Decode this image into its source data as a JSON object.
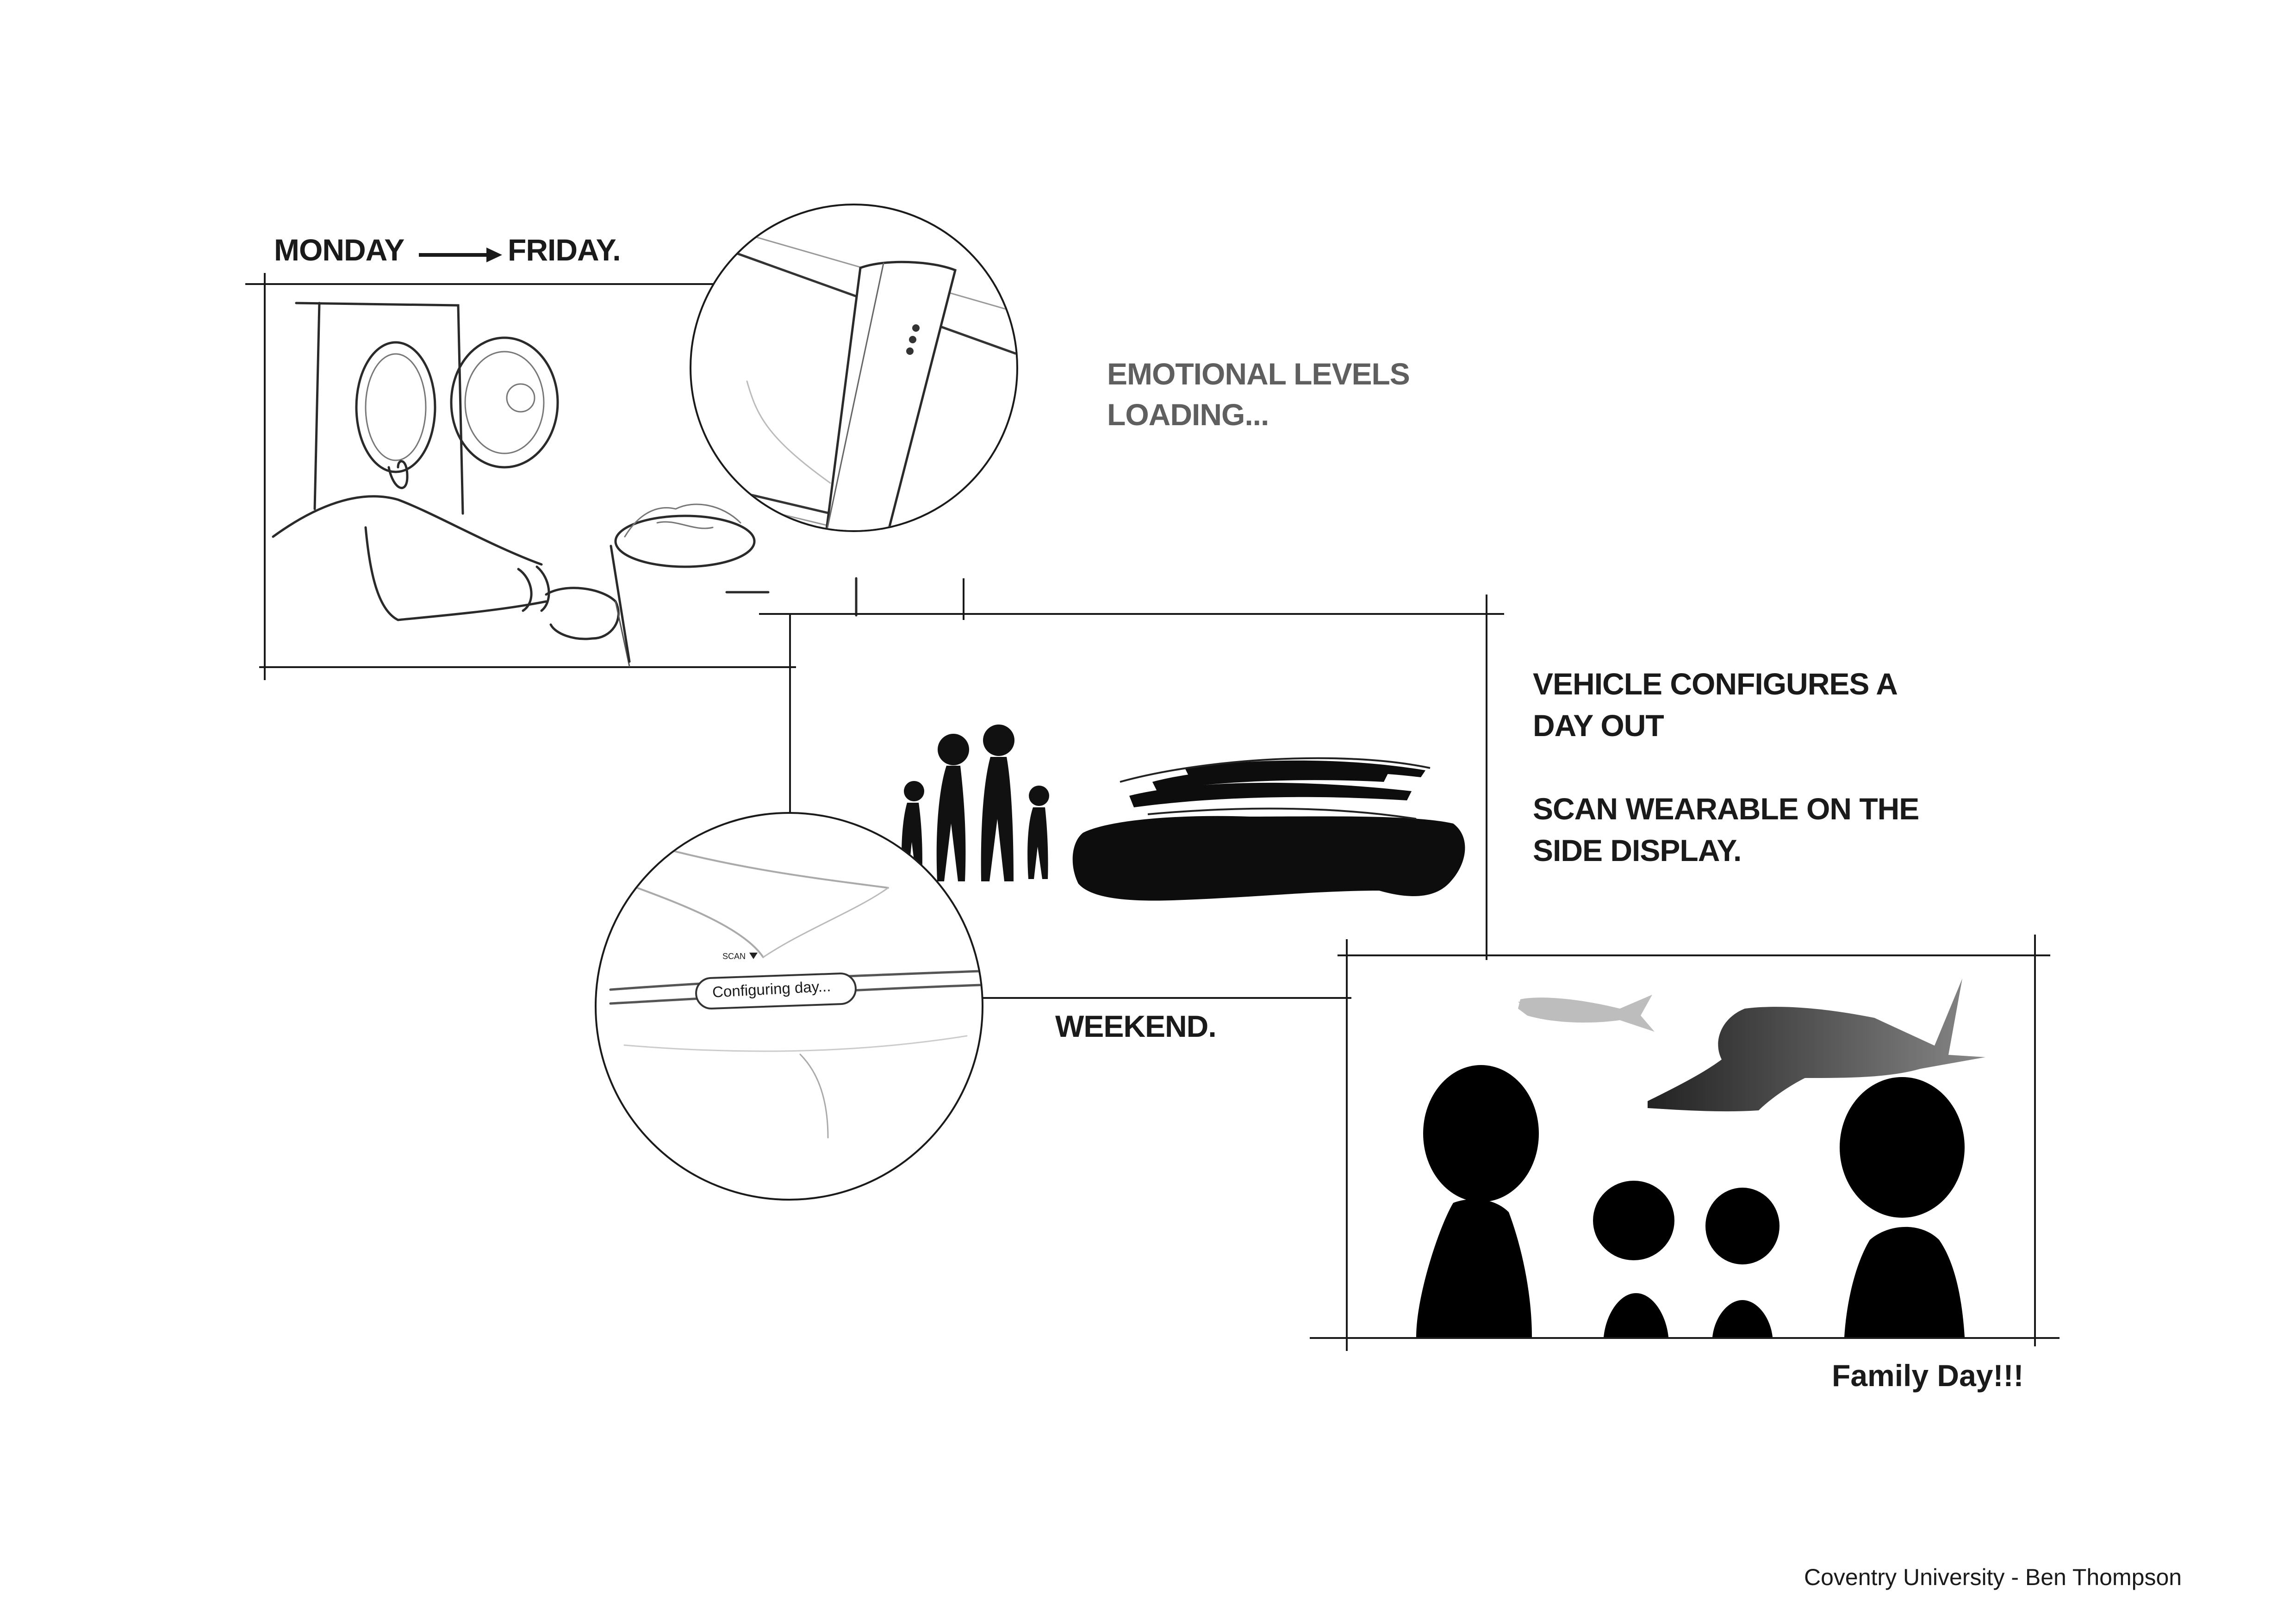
{
  "panel1": {
    "heading_start": "MONDAY",
    "heading_end": "FRIDAY.",
    "emotional_line1": "EMOTIONAL LEVELS",
    "emotional_line2": "LOADING..."
  },
  "panel2": {
    "vehicle_line1": "VEHICLE CONFIGURES A",
    "vehicle_line2": "DAY OUT",
    "scan_line1": "SCAN WEARABLE ON THE",
    "scan_line2": "SIDE DISPLAY.",
    "weekend_label": "WEEKEND.",
    "scan_tag": "SCAN",
    "configuring_text": "Configuring day..."
  },
  "panel3": {
    "caption": "Family Day!!!"
  },
  "footer": {
    "credit": "Coventry University - Ben Thompson"
  },
  "icons": {
    "arrow": "arrow-right-icon",
    "wearable": "wearable-band-icon",
    "family": "family-silhouette-icon",
    "car": "car-silhouette-icon",
    "shark": "shark-icon"
  }
}
